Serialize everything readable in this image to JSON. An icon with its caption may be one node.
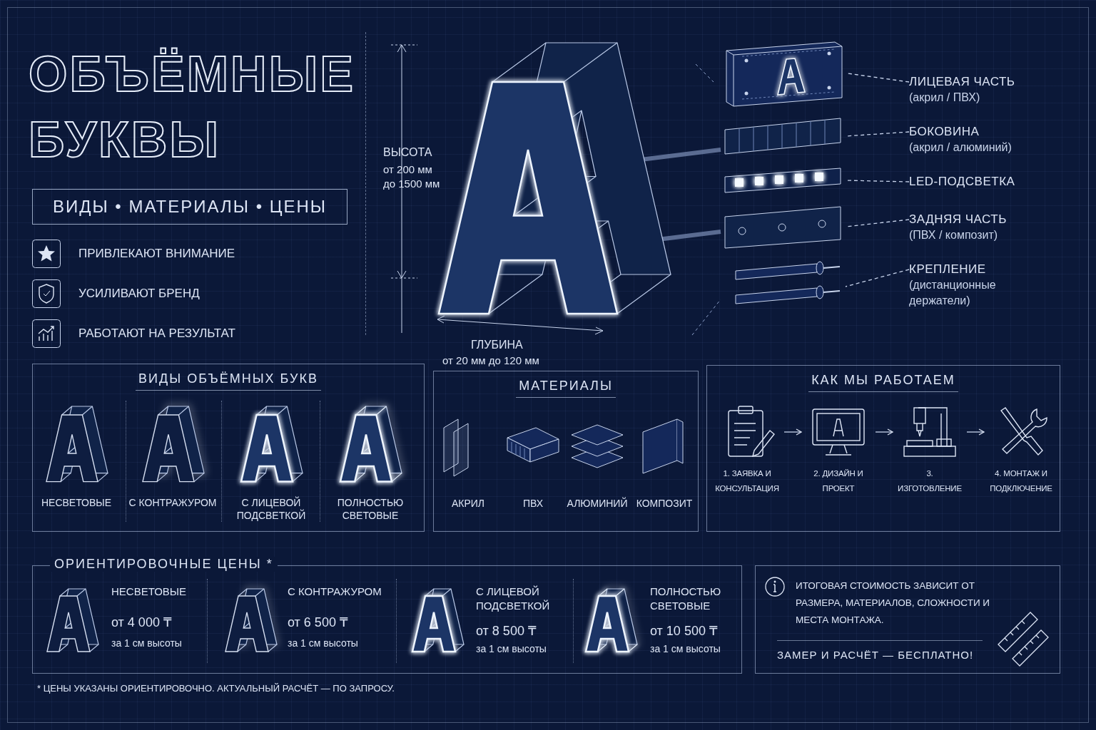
{
  "diagram": {
    "title": "ОБЪЁМНЫЕ БУКВЫ",
    "nodes": [
      {
        "text": [
          "ВИДЫ • МАТЕРИАЛЫ • ЦЕНЫ"
        ]
      },
      {
        "text": [
          "ЛИЦЕВАЯ ЧАСТЬ",
          "(акрил / ПВХ)"
        ]
      },
      {
        "text": [
          "БОКОВИНА",
          "(акрил / алюминий)"
        ]
      },
      {
        "text": [
          "LED-ПОДСВЕТКА"
        ]
      },
      {
        "text": [
          "ЗАДНЯЯ ЧАСТЬ",
          "(ПВХ / композит)"
        ]
      },
      {
        "text": [
          "КРЕПЛЕНИЕ",
          "(дистанционные держатели)"
        ]
      },
      {
        "text": [],
        "shape": "picture"
      },
      {
        "text": [],
        "shape": "picture"
      },
      {
        "text": [],
        "shape": "picture"
      },
      {
        "text": [],
        "shape": "picture"
      },
      {
        "text": [],
        "shape": "picture"
      },
      {
        "text": [
          "ВИДЫ ОБЪЁМНЫХ БУКВ"
        ]
      },
      {
        "text": [
          "МАТЕРИАЛЫ"
        ]
      },
      {
        "text": [
          "КАК МЫ РАБОТАЕМ"
        ]
      },
      {
        "text": [
          "1. ЗАЯВКА И КОНСУЛЬТАЦИЯ"
        ],
        "in": 13
      },
      {
        "text": [
          "2. ДИЗАЙН И ПРОЕКТ"
        ],
        "in": 13
      },
      {
        "text": [
          "3. ИЗГОТОВЛЕНИЕ"
        ],
        "in": 13
      },
      {
        "text": [
          "4. МОНТАЖ И ПОДКЛЮЧЕНИЕ"
        ],
        "in": 13
      },
      {
        "text": [
          "ОРИЕНТИРОВОЧНЫЕ ЦЕНЫ *"
        ]
      },
      {
        "text": [
          "ИТОГОВАЯ СТОИМОСТЬ ЗАВИСИТ ОТ РАЗМЕРА, МАТЕРИАЛОВ, СЛОЖНОСТИ И МЕСТА МОНТАЖА.",
          "ЗАМЕР И РАСЧЁТ — БЕСПЛАТНО!"
        ]
      }
    ],
    "edges": [
      {
        "from": 1,
        "to": 6,
        "arrow": "none",
        "style": "dashed"
      },
      {
        "from": 2,
        "to": 7,
        "arrow": "none",
        "style": "dashed"
      },
      {
        "from": 3,
        "to": 8,
        "arrow": "none",
        "style": "dashed"
      },
      {
        "from": 4,
        "to": 9,
        "arrow": "none",
        "style": "dashed"
      },
      {
        "from": 5,
        "to": 10,
        "arrow": "none",
        "style": "dashed"
      },
      {
        "from": 14,
        "to": 15,
        "arrow": "to"
      },
      {
        "from": 15,
        "to": 16,
        "arrow": "to"
      },
      {
        "from": 16,
        "to": 17,
        "arrow": "to"
      }
    ],
    "labels": [
      "ПРИВЛЕКАЮТ ВНИМАНИЕ",
      "УСИЛИВАЮТ БРЕНД",
      "РАБОТАЮТ НА РЕЗУЛЬТАТ",
      "ВЫСОТА",
      "от 200 мм до 1500 мм",
      "ГЛУБИНА",
      "от 20 мм до 120 мм",
      "НЕСВЕТОВЫЕ",
      "С КОНТРАЖУРОМ",
      "С ЛИЦЕВОЙ ПОДСВЕТКОЙ",
      "ПОЛНОСТЬЮ СВЕТОВЫЕ",
      "АКРИЛ",
      "ПВХ",
      "АЛЮМИНИЙ",
      "КОМПОЗИТ",
      "НЕСВЕТОВЫЕ",
      "от 4 000 ₸",
      "за 1 см высоты",
      "С КОНТРАЖУРОМ",
      "от 6 500 ₸",
      "за 1 см высоты",
      "С ЛИЦЕВОЙ ПОДСВЕТКОЙ",
      "от 8 500 ₸",
      "за 1 см высоты",
      "ПОЛНОСТЬЮ СВЕТОВЫЕ",
      "от 10 500 ₸",
      "за 1 см высоты",
      "* ЦЕНЫ УКАЗАНЫ ОРИЕНТИРОВОЧНО. АКТУАЛЬНЫЙ РАСЧЁТ — ПО ЗАПРОСУ."
    ]
  }
}
